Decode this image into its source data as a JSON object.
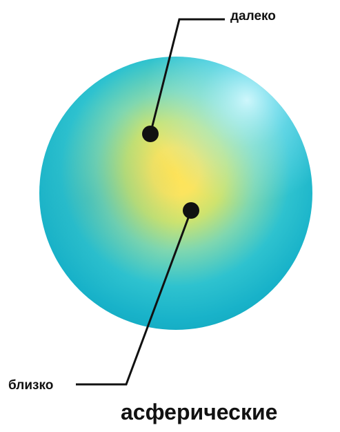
{
  "labels": {
    "far": "далеко",
    "near": "близко"
  },
  "title": "асферические",
  "colors": {
    "lens_center": "#ffe04a",
    "lens_mid": "#b7e07a",
    "lens_outer": "#19b6cf",
    "lens_highlight": "#b8f2ff",
    "pointer": "#111111",
    "text": "#111111"
  }
}
